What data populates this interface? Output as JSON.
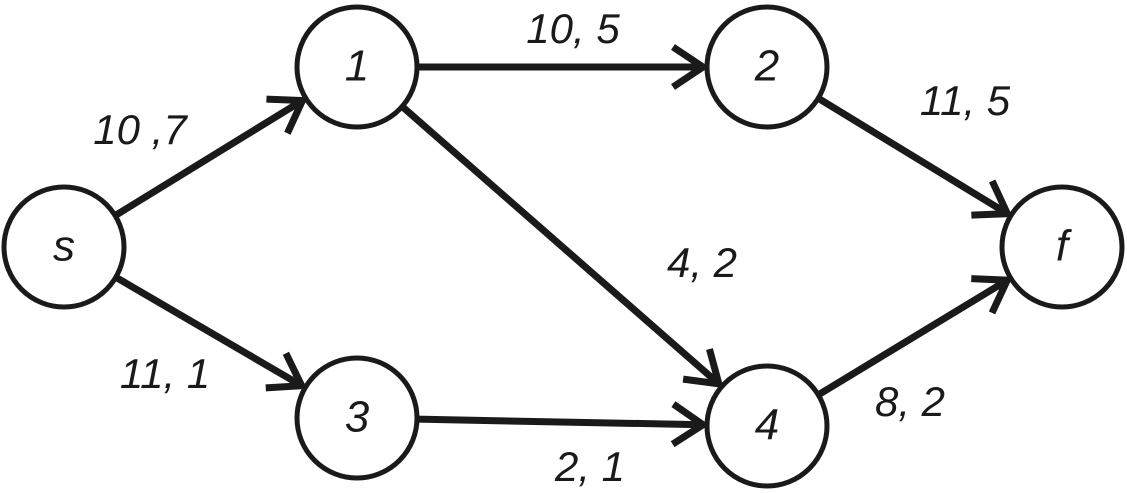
{
  "graph": {
    "nodes": [
      {
        "id": "s",
        "label": "s"
      },
      {
        "id": "1",
        "label": "1"
      },
      {
        "id": "2",
        "label": "2"
      },
      {
        "id": "3",
        "label": "3"
      },
      {
        "id": "4",
        "label": "4"
      },
      {
        "id": "f",
        "label": "f"
      }
    ],
    "edges": [
      {
        "from": "s",
        "to": "1",
        "label": "10 ,7"
      },
      {
        "from": "s",
        "to": "3",
        "label": "11, 1"
      },
      {
        "from": "1",
        "to": "2",
        "label": "10, 5"
      },
      {
        "from": "1",
        "to": "4",
        "label": "4, 2"
      },
      {
        "from": "3",
        "to": "4",
        "label": "2, 1"
      },
      {
        "from": "2",
        "to": "f",
        "label": "11, 5"
      },
      {
        "from": "4",
        "to": "f",
        "label": "8, 2"
      }
    ]
  }
}
